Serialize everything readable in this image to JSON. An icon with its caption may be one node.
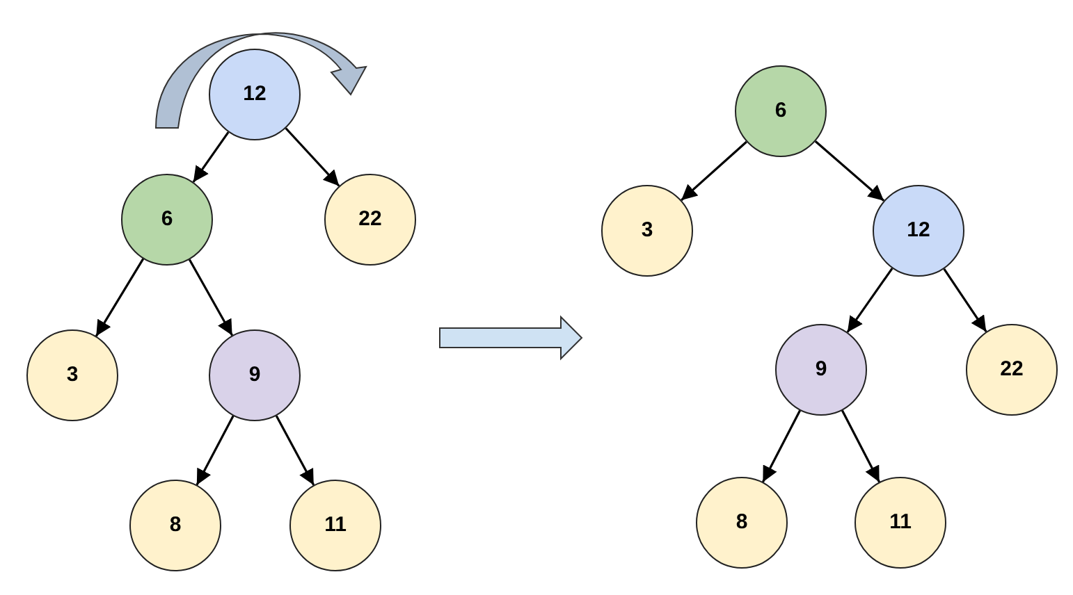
{
  "diagram": {
    "nodes": [
      {
        "text": [
          "12"
        ]
      },
      {
        "text": [
          "6"
        ]
      },
      {
        "text": [
          "22"
        ]
      },
      {
        "text": [
          "3"
        ]
      },
      {
        "text": [
          "9"
        ]
      },
      {
        "text": [
          "8"
        ]
      },
      {
        "text": [
          "11"
        ]
      },
      {
        "text": [
          "6"
        ]
      },
      {
        "text": [
          "3"
        ]
      },
      {
        "text": [
          "12"
        ]
      },
      {
        "text": [
          "9"
        ]
      },
      {
        "text": [
          "22"
        ]
      },
      {
        "text": [
          "8"
        ]
      },
      {
        "text": [
          "11"
        ]
      }
    ],
    "edges": [
      {
        "from": 0,
        "to": 1,
        "arrow": "to"
      },
      {
        "from": 0,
        "to": 2,
        "arrow": "to"
      },
      {
        "from": 1,
        "to": 3,
        "arrow": "to"
      },
      {
        "from": 1,
        "to": 4,
        "arrow": "to"
      },
      {
        "from": 4,
        "to": 5,
        "arrow": "to"
      },
      {
        "from": 4,
        "to": 6,
        "arrow": "to"
      },
      {
        "from": 7,
        "to": 8,
        "arrow": "to"
      },
      {
        "from": 7,
        "to": 9,
        "arrow": "to"
      },
      {
        "from": 9,
        "to": 10,
        "arrow": "to"
      },
      {
        "from": 9,
        "to": 11,
        "arrow": "to"
      },
      {
        "from": 10,
        "to": 12,
        "arrow": "to"
      },
      {
        "from": 10,
        "to": 13,
        "arrow": "to"
      }
    ]
  }
}
